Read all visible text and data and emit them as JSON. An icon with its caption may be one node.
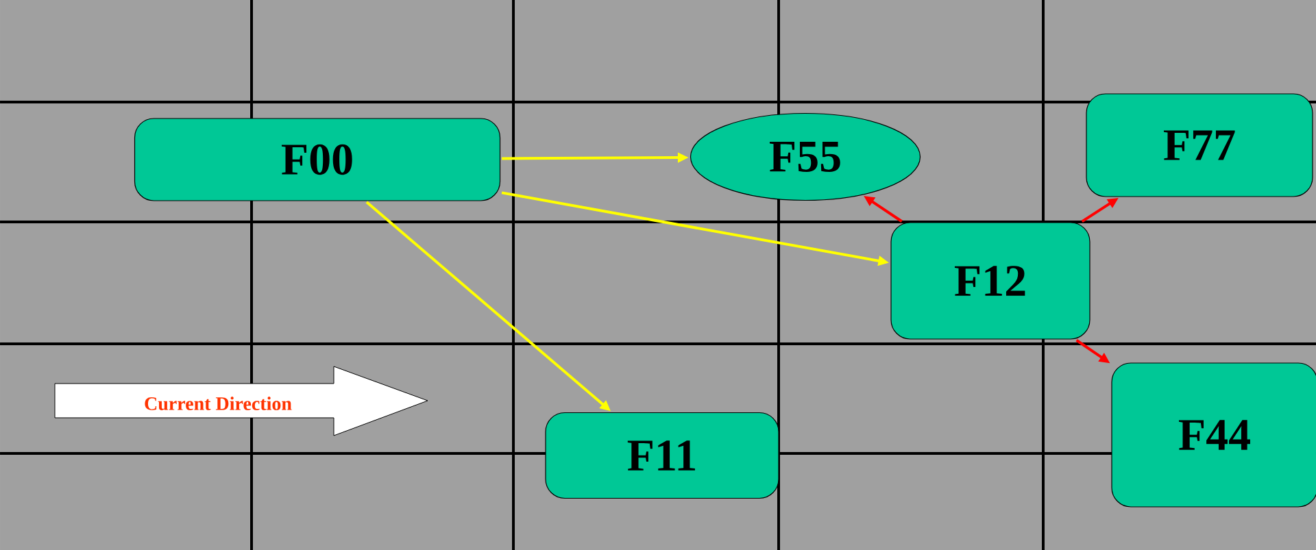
{
  "diagram": {
    "nodes": [
      {
        "text": [
          "F00"
        ]
      },
      {
        "text": [
          "F55"
        ]
      },
      {
        "text": [
          "F77"
        ]
      },
      {
        "text": [
          "F12"
        ]
      },
      {
        "text": [
          "F11"
        ]
      },
      {
        "text": [
          "F44"
        ]
      }
    ],
    "edges": [
      {
        "from": 0,
        "to": 1,
        "arrow": "to",
        "color": "#ffff00"
      },
      {
        "from": 0,
        "to": 3,
        "arrow": "to",
        "color": "#ffff00"
      },
      {
        "from": 0,
        "to": 4,
        "arrow": "to",
        "color": "#ffff00"
      },
      {
        "from": 3,
        "to": 1,
        "arrow": "to",
        "color": "#ff0000"
      },
      {
        "from": 3,
        "to": 2,
        "arrow": "to",
        "color": "#ff0000"
      },
      {
        "from": 3,
        "to": 5,
        "arrow": "to",
        "color": "#ff0000"
      }
    ],
    "labels": [
      "Current Direction"
    ]
  }
}
